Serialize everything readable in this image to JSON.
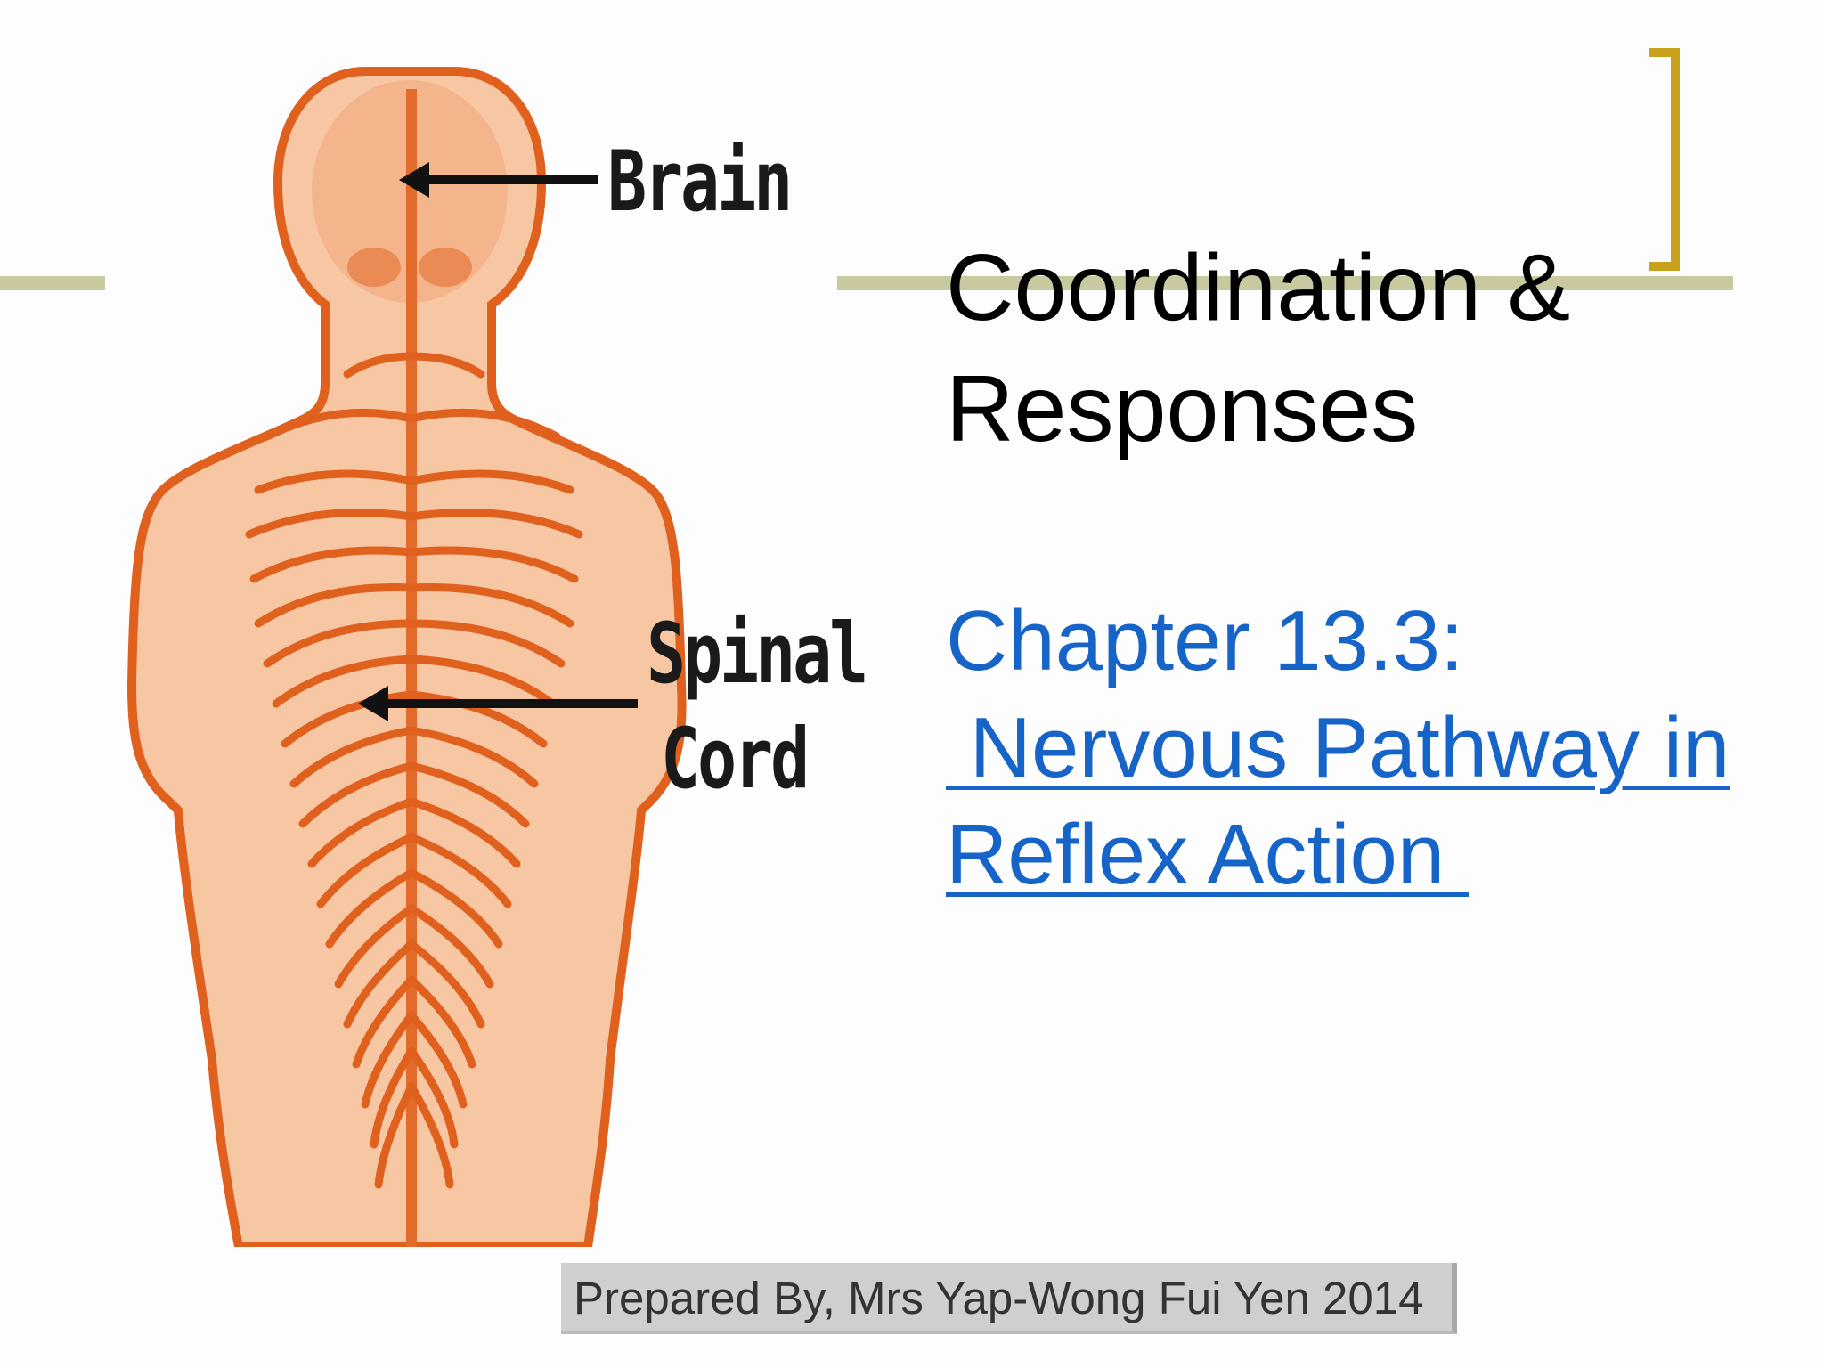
{
  "figure": {
    "labels": {
      "brain": "Brain",
      "spinal": "Spinal",
      "cord": "Cord"
    }
  },
  "slide": {
    "title_line1": "Coordination &",
    "title_line2": "Responses",
    "subtitle": "Chapter 13.3:",
    "link_line1": " Nervous Pathway in",
    "link_line2": "Reflex Action ",
    "footer": "Prepared By, Mrs Yap-Wong Fui Yen 2014"
  },
  "colors": {
    "title": "#000000",
    "subtitle": "#1764c8",
    "accent_bracket": "#c9a11c",
    "rule": "#c9c99f",
    "figure_skin": "#f7c7a4",
    "figure_nerve": "#e0601e"
  }
}
